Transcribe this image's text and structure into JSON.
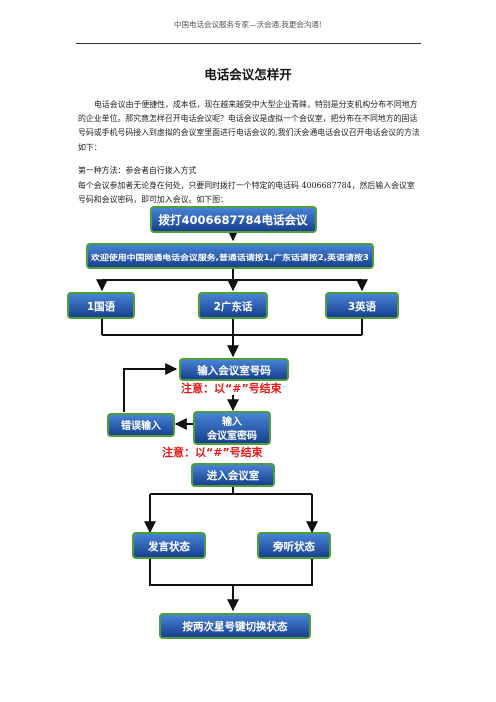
{
  "header": {
    "text": "中国电话会议服务专家—沃会通,我更会沟通!"
  },
  "title": "电话会议怎样开",
  "intro": "电话会议由于便捷性，成本低，现在越来越受中大型企业青睐，特别是分支机构分布不同地方的企业单位。那究竟怎样召开电话会议呢？电话会议是虚拟一个会议室，把分布在不同地方的固话号码或手机号码接入到虚拟的会议室里面进行电话会议的,我们沃会通电话会议召开电话会议的方法如下：",
  "method1": "第一种方法：参会者自行拨入方式",
  "method1_desc": "每个会议参加者无论身在何处，只要同时拨打一个特定的电话码 4006687784，然后输入会议室号码和会议密码，即可加入会议。如下图：",
  "flow": {
    "dial": "拨打4006687784电话会议",
    "welcome": "欢迎使用中国网通电话会议服务,普通话请按1,广东话请按2,英语请按3",
    "opt1": "1国语",
    "opt2": "2广东话",
    "opt3": "3英语",
    "room": "输入会议室号码",
    "note1": "注意：以“#”号结束",
    "error": "错误输入",
    "pwd_line1": "输入",
    "pwd_line2": "会议室密码",
    "note2": "注意：以“#”号结束",
    "enter": "进入会议室",
    "speak": "发言状态",
    "listen": "旁听状态",
    "toggle": "按两次星号键切换状态"
  },
  "colors": {
    "box_top": "#3d78cf",
    "box_bottom": "#1a3f8e",
    "green_border": "#4d9e3a",
    "note_red": "#e01b1b",
    "arrow": "#111111"
  }
}
